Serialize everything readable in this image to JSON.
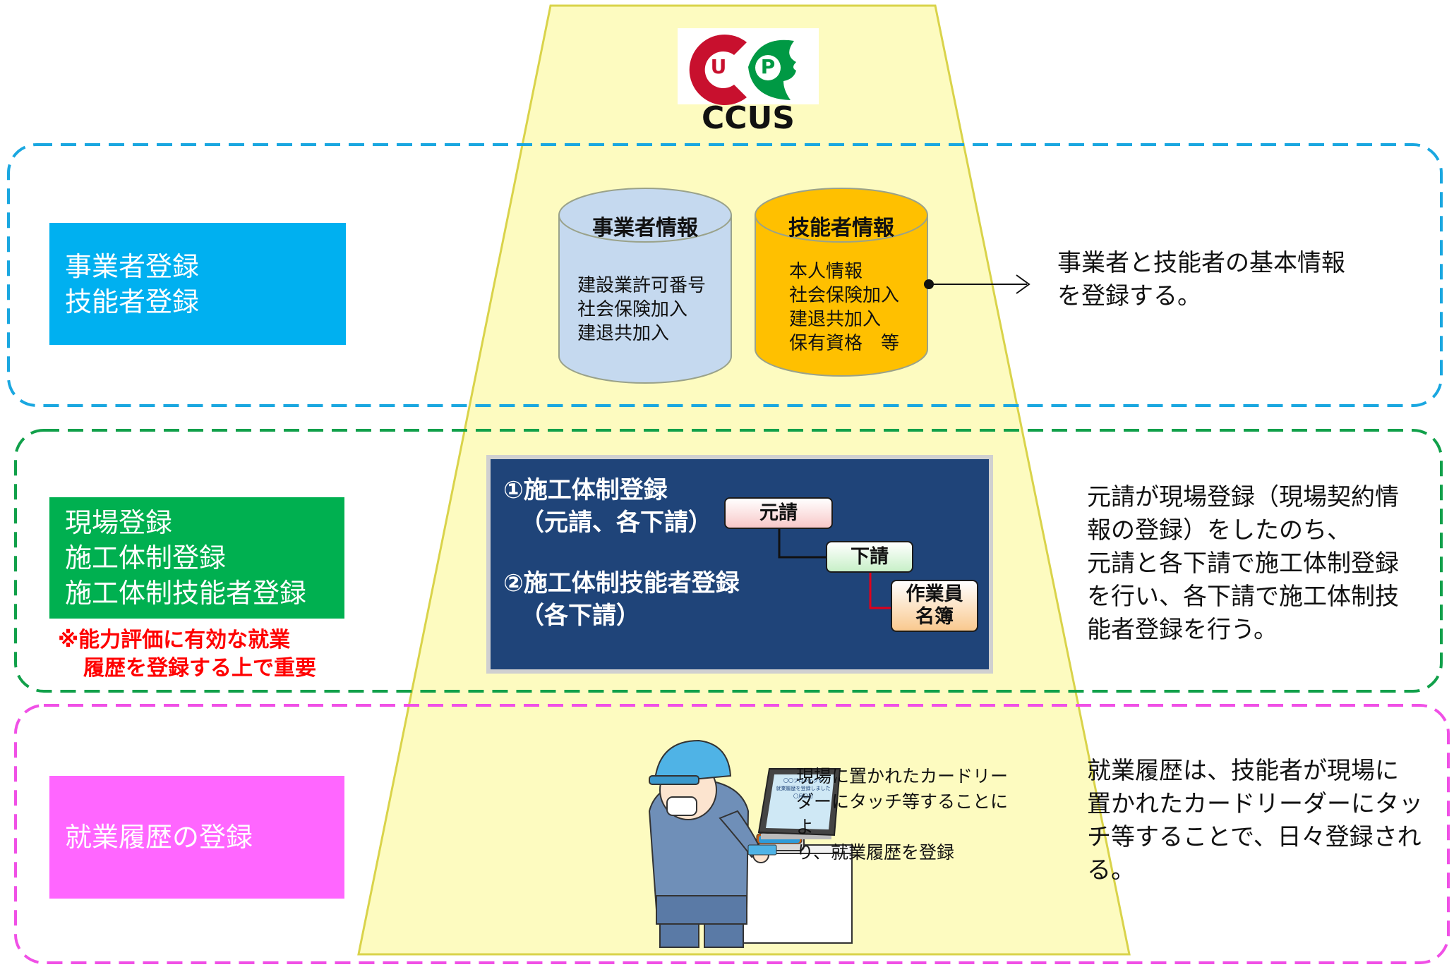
{
  "logo": {
    "letter_u": "U",
    "letter_p": "P",
    "name": "CCUS"
  },
  "section1": {
    "label_lines": [
      "事業者登録",
      "技能者登録"
    ],
    "business_db": {
      "title": "事業者情報",
      "items": [
        "建設業許可番号",
        "社会保険加入",
        "建退共加入"
      ]
    },
    "worker_db": {
      "title": "技能者情報",
      "items": [
        "本人情報",
        "社会保険加入",
        "建退共加入",
        "保有資格　等"
      ]
    },
    "description_lines": [
      "事業者と技能者の基本情報",
      "を登録する。"
    ]
  },
  "section2": {
    "label_lines": [
      "現場登録",
      "施工体制登録",
      "施工体制技能者登録"
    ],
    "note_lines": [
      "※能力評価に有効な就業",
      "履歴を登録する上で重要"
    ],
    "panel": {
      "step1_lines": [
        "①施工体制登録",
        "（元請、各下請）"
      ],
      "step2_lines": [
        "②施工体制技能者登録",
        "（各下請）"
      ],
      "node_prime": "元請",
      "node_sub": "下請",
      "node_roster_lines": [
        "作業員",
        "名簿"
      ]
    },
    "description_lines": [
      "元請が現場登録（現場契約情",
      "報の登録）をしたのち、",
      "元請と各下請で施工体制登録",
      "を行い、各下請で施工体制技",
      "能者登録を行う。"
    ]
  },
  "section3": {
    "label": "就業履歴の登録",
    "caption_lines": [
      "現場に置かれたカードリー",
      "ダーにタッチ等することによ",
      "り、就業履歴を登録"
    ],
    "screen_lines": [
      "〇〇プロジェクト",
      "就業履歴を登録しました",
      "〇月〇日"
    ],
    "description_lines": [
      "就業履歴は、技能者が現場に",
      "置かれたカードリーダーにタッ",
      "チ等することで、日々登録され",
      "る。"
    ]
  },
  "colors": {
    "pyramid_fill": "#fdfbc0",
    "pyramid_stroke": "#d9d34a",
    "section1_border": "#1aa7e0",
    "section2_border": "#11a04a",
    "section3_border": "#f050e6",
    "label1_bg": "#00b0f0",
    "label2_bg": "#00b050",
    "label3_bg": "#ff66ff",
    "business_db": "#c5d9ef",
    "worker_db": "#ffc000",
    "panel_bg": "#1f4479",
    "logo_red": "#c8102e",
    "logo_green": "#009944"
  }
}
